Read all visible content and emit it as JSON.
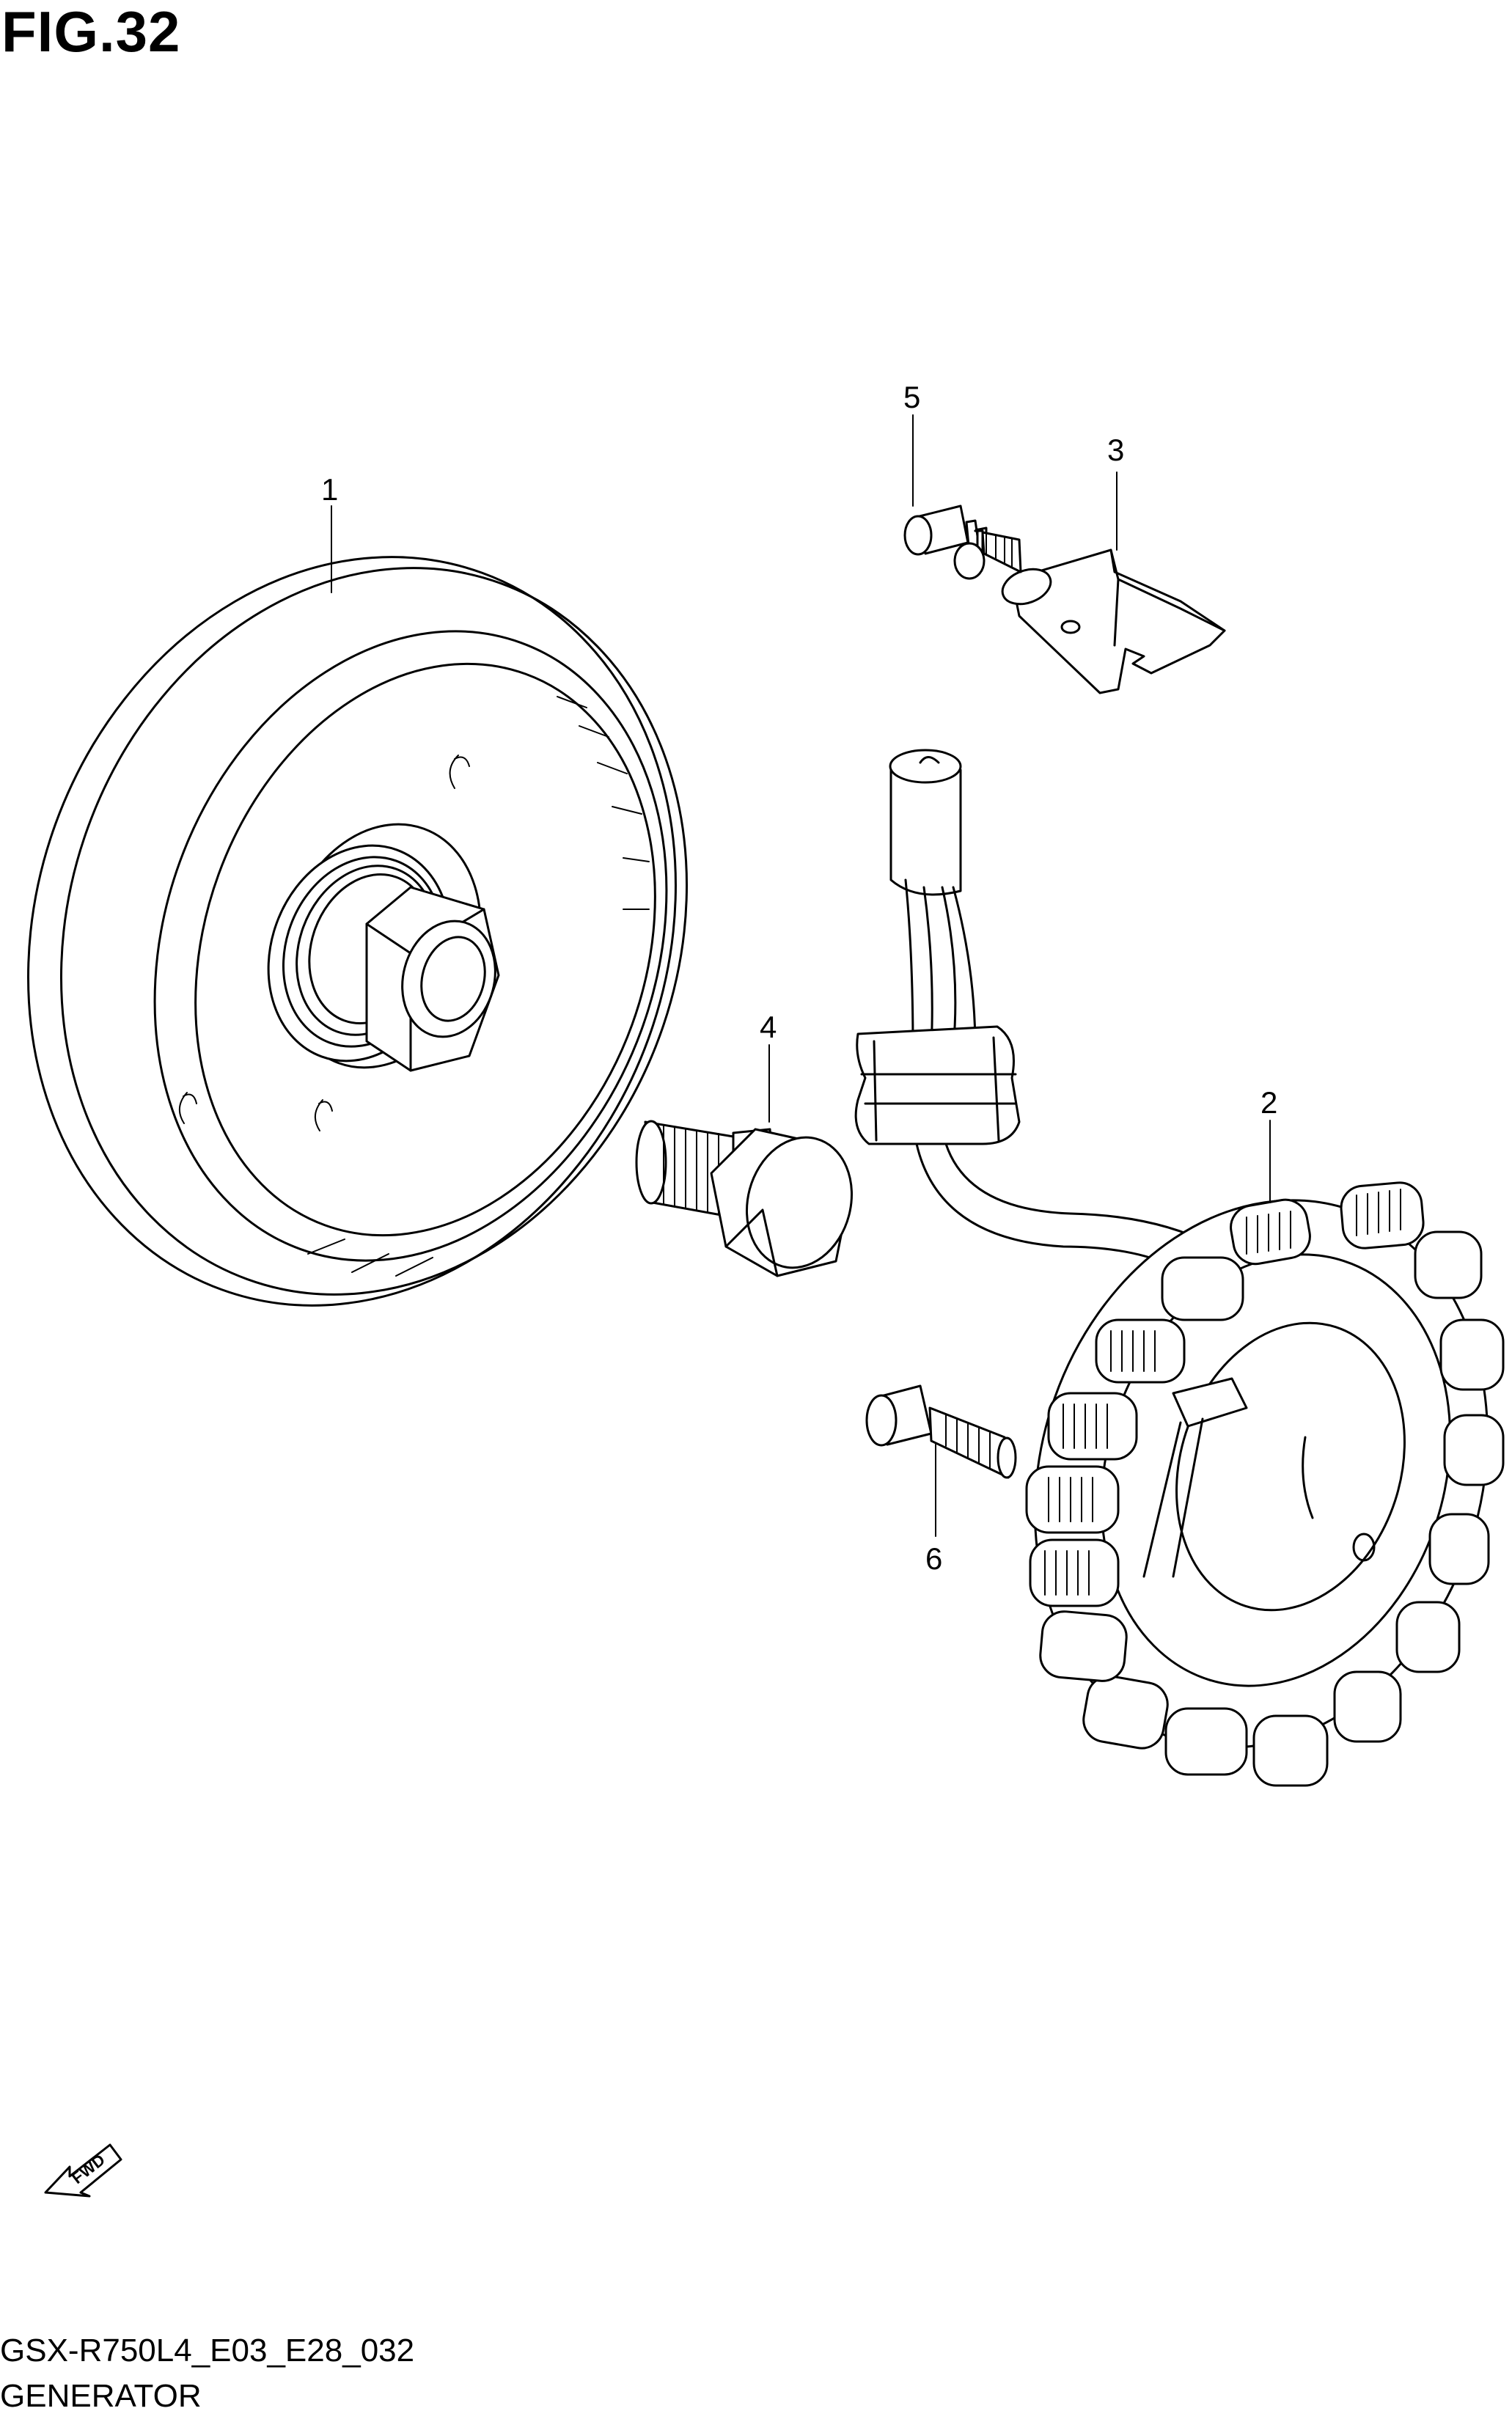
{
  "figure": {
    "title": "FIG.32",
    "code": "GSX-R750L4_E03_E28_032",
    "name": "GENERATOR"
  },
  "callouts": [
    {
      "id": "1",
      "label": "1"
    },
    {
      "id": "2",
      "label": "2"
    },
    {
      "id": "3",
      "label": "3"
    },
    {
      "id": "4",
      "label": "4"
    },
    {
      "id": "5",
      "label": "5"
    },
    {
      "id": "6",
      "label": "6"
    }
  ],
  "fwd_badge": {
    "text": "FWD",
    "icon": "fwd-arrow-icon"
  }
}
